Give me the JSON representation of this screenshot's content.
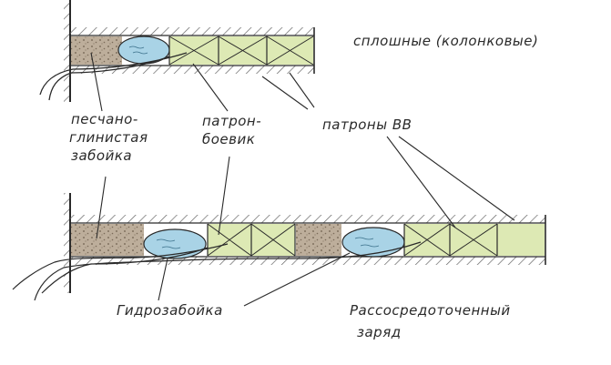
{
  "labels": {
    "solid_charge": "сплошные (колонковые)",
    "sand_clay_stemming": [
      "песчано-",
      "глинистая",
      "забойка"
    ],
    "primer_cartridge": [
      "патрон-",
      "боевик"
    ],
    "explosive_cartridges": "патроны ВВ",
    "water_stemming": "Гидрозабойка",
    "dispersed_charge": [
      "Рассосредоточенный",
      "заряд"
    ]
  },
  "colors": {
    "ink": "#2a2a2a",
    "wall_hatch": "#555555",
    "sand_stemming": "#b9ab98",
    "sand_dots": "#6e5e4e",
    "water_bag": "#a9d3e6",
    "cartridge_fill": "#dde9b4",
    "borehole_wall": "#ffffff"
  }
}
